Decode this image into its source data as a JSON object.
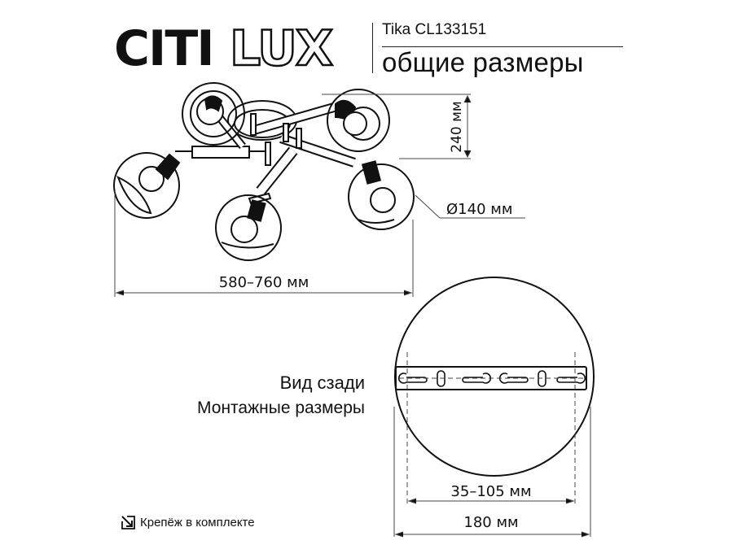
{
  "brand": {
    "logo_solid": "CITI",
    "logo_outline": "LUX"
  },
  "header": {
    "model": "Tika CL133151",
    "subtitle": "общие размеры"
  },
  "front_view": {
    "height_dim": "240 мм",
    "shade_diameter_dim": "Ø140 мм",
    "width_dim": "580–760 мм",
    "shade_count": 5
  },
  "rear_view": {
    "title": "Вид сзади",
    "subtitle": "Монтажные размеры",
    "mount_spacing_dim": "35–105 мм",
    "base_diameter_dim": "180 мм"
  },
  "footer": {
    "mount_note": "Крепёж в комплекте",
    "mount_icon": "arrow-down-right-box-icon"
  },
  "colors": {
    "line": "#111111",
    "dim_line": "#555555",
    "background": "#ffffff"
  }
}
